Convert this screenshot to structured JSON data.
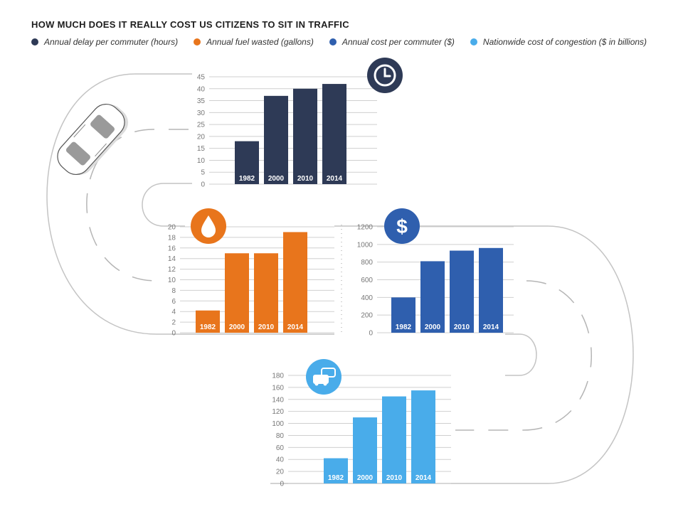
{
  "title": "HOW MUCH DOES IT REALLY COST US CITIZENS TO SIT IN TRAFFIC",
  "legend": [
    {
      "label": "Annual delay per commuter (hours)",
      "color": "#2e3a56"
    },
    {
      "label": "Annual fuel wasted (gallons)",
      "color": "#e8751c"
    },
    {
      "label": "Annual cost per commuter ($)",
      "color": "#2f5fae"
    },
    {
      "label": "Nationwide cost of congestion ($ in billions)",
      "color": "#49acea"
    }
  ],
  "chart_data": [
    {
      "type": "bar",
      "series_name": "Annual delay per commuter (hours)",
      "icon": "clock-icon",
      "color": "#2e3a56",
      "categories": [
        "1982",
        "2000",
        "2010",
        "2014"
      ],
      "values": [
        18,
        37,
        40,
        42
      ],
      "ylim": [
        0,
        45
      ],
      "yticks": [
        0,
        5,
        10,
        15,
        20,
        25,
        30,
        35,
        40,
        45
      ]
    },
    {
      "type": "bar",
      "series_name": "Annual fuel wasted (gallons)",
      "icon": "fuel-drop-icon",
      "color": "#e8751c",
      "categories": [
        "1982",
        "2000",
        "2010",
        "2014"
      ],
      "values": [
        4.2,
        15,
        15,
        19
      ],
      "ylim": [
        0,
        20
      ],
      "yticks": [
        0,
        2,
        4,
        6,
        8,
        10,
        12,
        14,
        16,
        18,
        20
      ]
    },
    {
      "type": "bar",
      "series_name": "Annual cost per commuter ($)",
      "icon": "dollar-icon",
      "color": "#2f5fae",
      "categories": [
        "1982",
        "2000",
        "2010",
        "2014"
      ],
      "values": [
        400,
        810,
        930,
        960
      ],
      "ylim": [
        0,
        1200
      ],
      "yticks": [
        0,
        200,
        400,
        600,
        800,
        1000,
        1200
      ]
    },
    {
      "type": "bar",
      "series_name": "Nationwide cost of congestion ($ in billions)",
      "icon": "cars-icon",
      "color": "#49acea",
      "categories": [
        "1982",
        "2000",
        "2010",
        "2014"
      ],
      "values": [
        42,
        110,
        145,
        155
      ],
      "ylim": [
        0,
        180
      ],
      "yticks": [
        0,
        20,
        40,
        60,
        80,
        100,
        120,
        140,
        160,
        180
      ]
    }
  ]
}
